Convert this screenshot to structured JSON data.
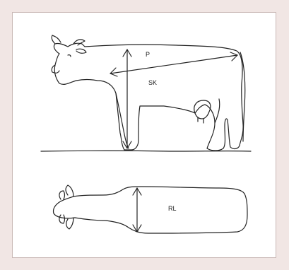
{
  "colors": {
    "background": "#f1e6e4",
    "panel": "#ffffff",
    "panel_border": "#c9b8b5",
    "ink": "#222222"
  },
  "labels": {
    "p": "P",
    "sk": "SK",
    "rl": "RL"
  }
}
